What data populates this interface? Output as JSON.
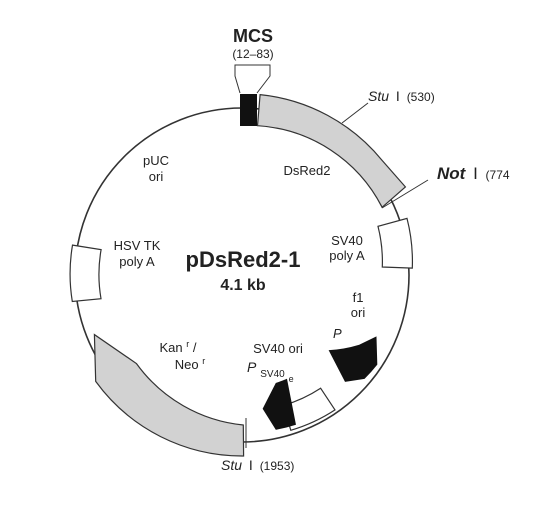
{
  "plasmid": {
    "name": "pDsRed2-1",
    "size": "4.1 kb"
  },
  "mcs": {
    "label": "MCS",
    "range": "(12–83)"
  },
  "sites": {
    "stu1_top": {
      "enzyme": "Stu",
      "suffix": "I",
      "position": "(530)"
    },
    "not1": {
      "enzyme": "Not",
      "suffix": "I",
      "position": "(774"
    },
    "stu1_bottom": {
      "enzyme": "Stu",
      "suffix": "I",
      "position": "(1953)"
    }
  },
  "features": {
    "dsred2": "DsRed2",
    "sv40_polya_line1": "SV40",
    "sv40_polya_line2": "poly A",
    "f1_ori_line1": "f1",
    "f1_ori_line2": "ori",
    "promoter_p": "P",
    "sv40_ori": "SV40 ori",
    "psv40e_main": "P",
    "psv40e_sub": "SV40",
    "psv40e_subsub": "e",
    "kan": "Kan",
    "kan_sup": "r",
    "kan_slash": "/",
    "neo": "Neo",
    "neo_sup": "r",
    "hsvtk_line1": "HSV TK",
    "hsvtk_line2": "poly A",
    "puc_line1": "pUC",
    "puc_line2": "ori"
  },
  "colors": {
    "arrow_fill": "#d2d2d2",
    "promoter_fill": "#111111",
    "outline": "#333333",
    "mcs_fill": "#111111"
  }
}
